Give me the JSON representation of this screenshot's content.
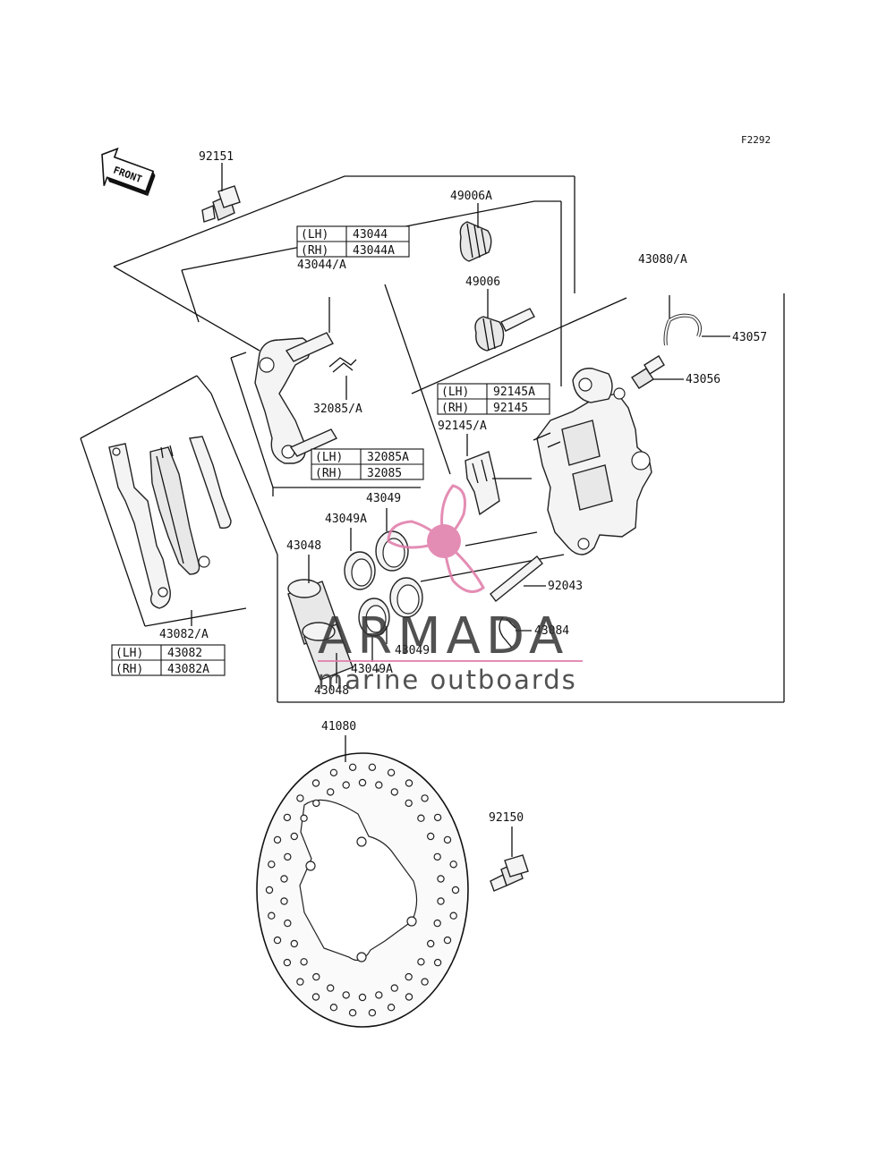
{
  "figure_code": "F2292",
  "front_label": "FRONT",
  "parts": {
    "p92151": "92151",
    "p49006A": "49006A",
    "p43044A": "43044/A",
    "p49006": "49006",
    "p43080A": "43080/A",
    "p43057": "43057",
    "p43056": "43056",
    "p32085A": "32085/A",
    "p92145A": "92145/A",
    "p43049_top": "43049",
    "p43049A_top": "43049A",
    "p43048_top": "43048",
    "p92043": "92043",
    "p43084": "43084",
    "p43082A": "43082/A",
    "p43049_bot": "43049",
    "p43049A_bot": "43049A",
    "p43048_bot": "43048",
    "p41080": "41080",
    "p92150": "92150"
  },
  "tables": {
    "t43044": {
      "rows": [
        {
          "side": "(LH)",
          "part": "43044"
        },
        {
          "side": "(RH)",
          "part": "43044A"
        }
      ]
    },
    "t92145": {
      "rows": [
        {
          "side": "(LH)",
          "part": "92145A"
        },
        {
          "side": "(RH)",
          "part": "92145"
        }
      ]
    },
    "t32085": {
      "rows": [
        {
          "side": "(LH)",
          "part": "32085A"
        },
        {
          "side": "(RH)",
          "part": "32085"
        }
      ]
    },
    "t43082": {
      "rows": [
        {
          "side": "(LH)",
          "part": "43082"
        },
        {
          "side": "(RH)",
          "part": "43082A"
        }
      ]
    }
  },
  "watermark": {
    "brand": "ARMADA",
    "tagline": "marine outboards",
    "accent_color": "#e07aa8",
    "text_color": "#333333"
  }
}
